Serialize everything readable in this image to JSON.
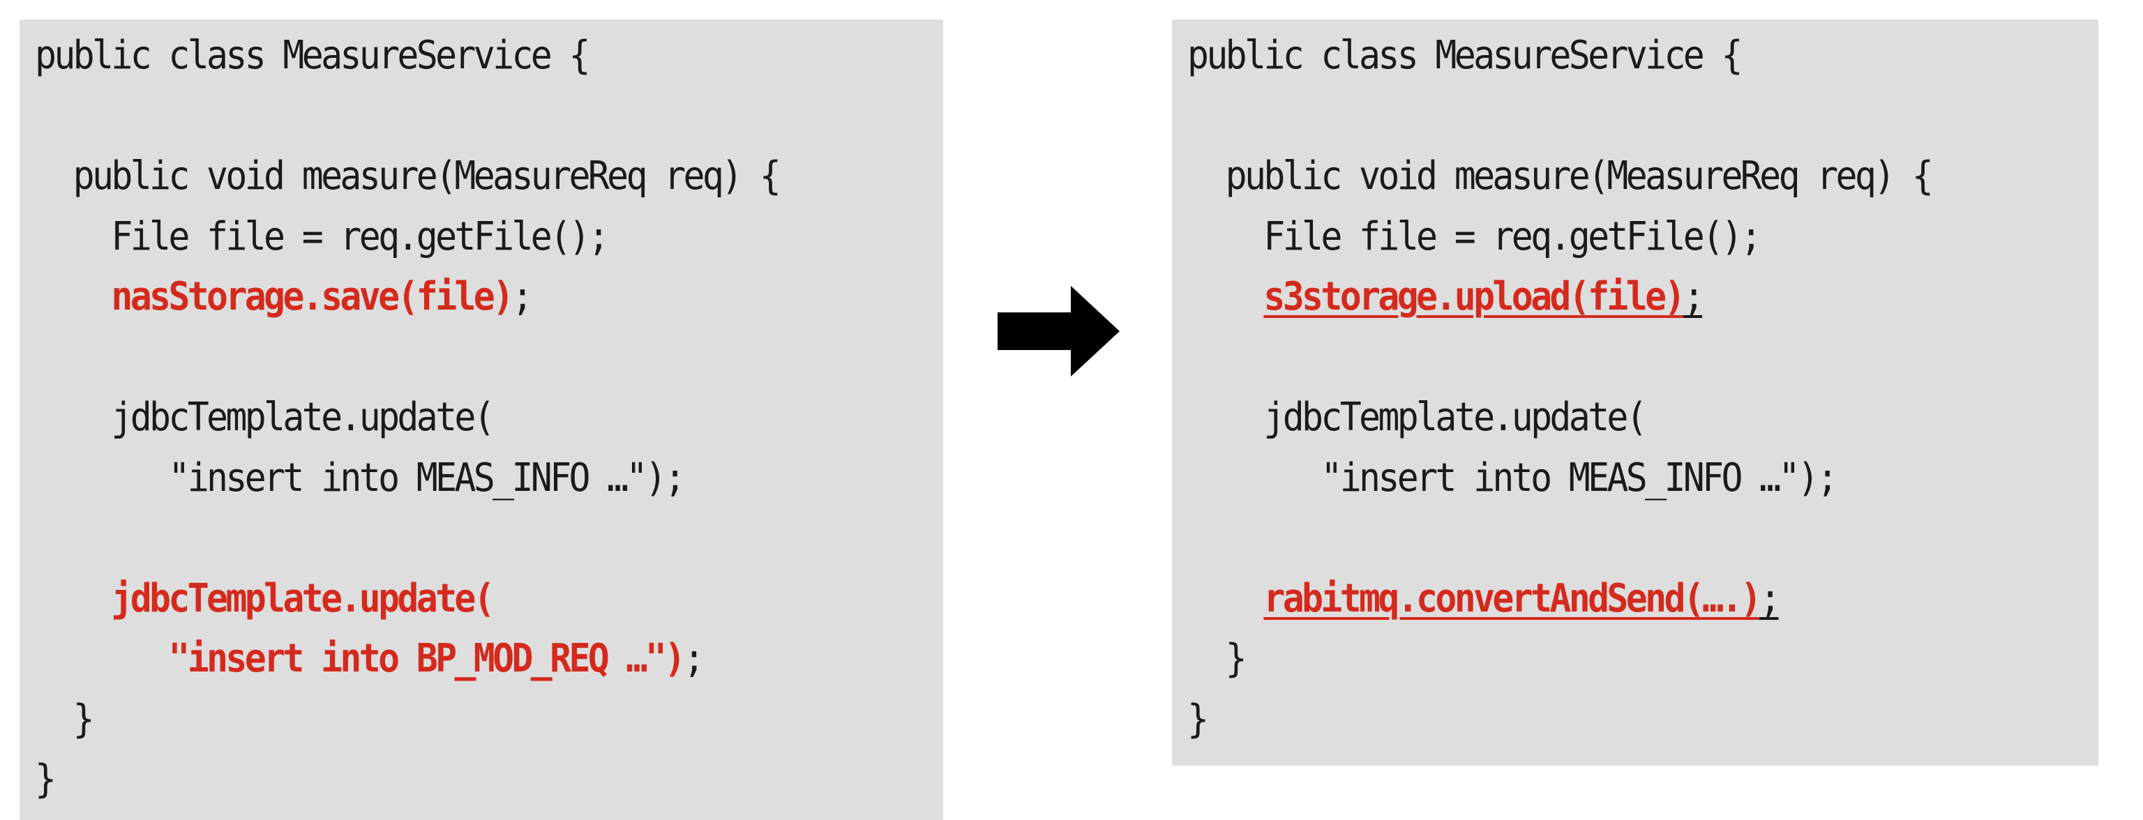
{
  "before": {
    "lines": [
      "public class MeasureService {",
      "",
      "  public void measure(MeasureReq req) {",
      "    File file = req.getFile();",
      {
        "parts": [
          {
            "text": "    ",
            "style": "plain"
          },
          {
            "text": "nasStorage.save(file)",
            "style": "hl"
          },
          {
            "text": ";",
            "style": "plain"
          }
        ]
      },
      "",
      "    jdbcTemplate.update(",
      "       \"insert into MEAS_INFO …\");",
      "",
      {
        "parts": [
          {
            "text": "    ",
            "style": "plain"
          },
          {
            "text": "jdbcTemplate.update(",
            "style": "hl"
          }
        ]
      },
      {
        "parts": [
          {
            "text": "       ",
            "style": "plain"
          },
          {
            "text": "\"insert into BP_MOD_REQ …\")",
            "style": "hl"
          },
          {
            "text": ";",
            "style": "plain"
          }
        ]
      },
      "  }",
      "}"
    ]
  },
  "after": {
    "lines": [
      "public class MeasureService {",
      "",
      "  public void measure(MeasureReq req) {",
      "    File file = req.getFile();",
      {
        "parts": [
          {
            "text": "    ",
            "style": "plain"
          },
          {
            "text": "s3storage.upload(file)",
            "style": "hl-u"
          },
          {
            "text": ";",
            "style": "u-black"
          }
        ]
      },
      "",
      "    jdbcTemplate.update(",
      "       \"insert into MEAS_INFO …\");",
      "",
      {
        "parts": [
          {
            "text": "    ",
            "style": "plain"
          },
          {
            "text": "rabitmq.convertAndSend(….)",
            "style": "hl-u"
          },
          {
            "text": ";",
            "style": "u-black"
          }
        ]
      },
      "  }",
      "}"
    ]
  },
  "colors": {
    "panel_background": "#dedede",
    "code_text": "#1a1a1a",
    "highlight": "#d42a1d",
    "arrow": "#000000"
  },
  "icons": {
    "transition": "right-arrow-icon"
  }
}
